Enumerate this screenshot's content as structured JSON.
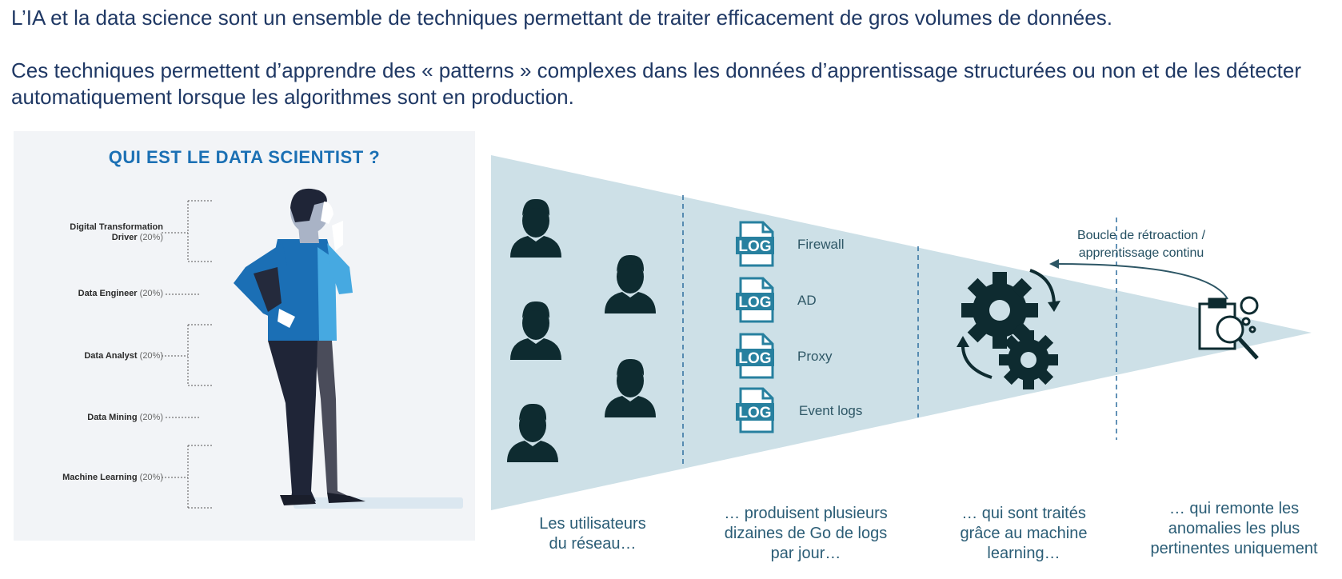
{
  "intro": {
    "line1": "L’IA et la data science sont un ensemble de techniques permettant de traiter efficacement de gros volumes de données.",
    "line2": "Ces techniques permettent d’apprendre des « patterns » complexes dans les données d’apprentissage structurées ou non et de les détecter automatiquement lorsque les algorithmes sont en production."
  },
  "panel": {
    "title": "QUI EST LE DATA SCIENTIST ?",
    "roles": [
      {
        "name": "Digital Transformation",
        "name2": "Driver",
        "pct": "(20%)"
      },
      {
        "name": "Data Engineer",
        "pct": "(20%)"
      },
      {
        "name": "Data Analyst",
        "pct": "(20%)"
      },
      {
        "name": "Data Mining",
        "pct": "(20%)"
      },
      {
        "name": "Machine Learning",
        "pct": "(20%)"
      }
    ]
  },
  "funnel": {
    "log_badge": "LOG",
    "logs": [
      "Firewall",
      "AD",
      "Proxy",
      "Event logs"
    ],
    "feedback": {
      "line1": "Boucle de rétroaction /",
      "line2": "apprentissage continu"
    },
    "captions": [
      {
        "l1": "Les utilisateurs",
        "l2": "du réseau…"
      },
      {
        "l1": "… produisent plusieurs",
        "l2": "dizaines de Go de logs",
        "l3": "par jour…"
      },
      {
        "l1": "… qui sont traités",
        "l2": "grâce au machine",
        "l3": "learning…"
      },
      {
        "l1": "… qui remonte les",
        "l2": "anomalies les plus",
        "l3": "pertinentes uniquement"
      }
    ]
  },
  "colors": {
    "funnel": "#cde0e7",
    "dark_teal": "#0e2b30",
    "log_blue": "#27809f",
    "title_blue": "#1b70b4"
  }
}
